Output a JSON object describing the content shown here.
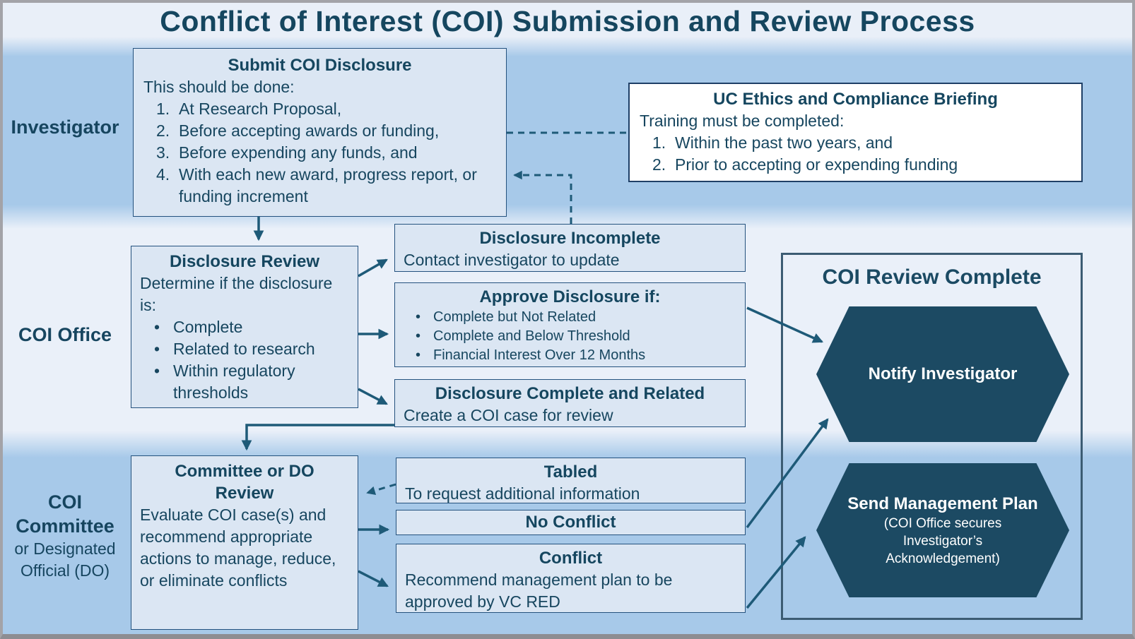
{
  "title": "Conflict of Interest (COI) Submission and Review Process",
  "lanes": {
    "investigator": {
      "label": "Investigator"
    },
    "coi_office": {
      "label": "COI Office"
    },
    "coi_committee": {
      "label_line1": "COI",
      "label_line2": "Committee",
      "sublabel_line1": "or Designated",
      "sublabel_line2": "Official (DO)"
    }
  },
  "nodes": {
    "submit_disclosure": {
      "title": "Submit COI Disclosure",
      "intro": "This should be done:",
      "items": [
        "At Research Proposal,",
        "Before accepting awards or funding,",
        "Before expending any funds, and",
        "With each new award, progress report, or funding increment"
      ]
    },
    "ethics_briefing": {
      "title": "UC Ethics and Compliance Briefing",
      "intro": "Training must be completed:",
      "items": [
        "Within the past two years, and",
        "Prior to accepting or expending funding"
      ]
    },
    "disclosure_review": {
      "title": "Disclosure Review",
      "intro": "Determine if the disclosure is:",
      "bullets": [
        "Complete",
        "Related to research",
        "Within regulatory thresholds"
      ]
    },
    "disclosure_incomplete": {
      "title": "Disclosure Incomplete",
      "body": "Contact investigator to update"
    },
    "approve_disclosure": {
      "title": "Approve Disclosure if:",
      "bullets": [
        "Complete but Not Related",
        "Complete and Below Threshold",
        "Financial Interest Over 12 Months"
      ]
    },
    "disclosure_complete_related": {
      "title": "Disclosure Complete and Related",
      "body": "Create a COI case for review"
    },
    "committee_review": {
      "title": "Committee or DO Review",
      "body": "Evaluate COI case(s) and recommend appropriate actions to manage, reduce, or eliminate conflicts"
    },
    "tabled": {
      "title": "Tabled",
      "body": "To request additional information"
    },
    "no_conflict": {
      "title": "No Conflict"
    },
    "conflict": {
      "title": "Conflict",
      "body": "Recommend management plan to be approved by VC RED"
    },
    "coi_review_complete": {
      "title": "COI Review Complete"
    },
    "notify_investigator": {
      "title": "Notify Investigator"
    },
    "send_management_plan": {
      "title": "Send Management Plan",
      "subtitle": "(COI Office secures Investigator’s Acknowledgement)"
    }
  },
  "colors": {
    "lane_blue": "#a7c9e9",
    "lane_light": "#eaf0f9",
    "title_band": "#e9eff8",
    "box_fill": "#dbe6f3",
    "box_border": "#24527e",
    "ethics_fill": "#ffffff",
    "hexagon_fill": "#1c4a63",
    "arrow": "#1e5a78",
    "text": "#17465f",
    "container_border": "#3c5c73",
    "frame_gray": "#a3a3a8"
  }
}
